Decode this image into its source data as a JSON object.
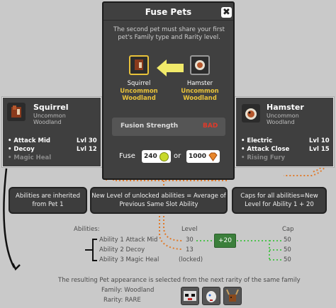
{
  "dialog": {
    "title": "Fuse Pets",
    "close": "✖",
    "description": "The second pet must share your first pet's Family type and Rarity level.",
    "pet1": {
      "name": "Squirrel",
      "rarity": "Uncommon",
      "family": "Woodland"
    },
    "pet2": {
      "name": "Hamster",
      "rarity": "Uncommon",
      "family": "Woodland"
    },
    "strength_label": "Fusion Strength",
    "strength_value": "BAD",
    "fuse_label": "Fuse",
    "or_label": "or",
    "cost_coins": "240",
    "cost_gems": "1000"
  },
  "left_card": {
    "name": "Squirrel",
    "rarity": "Uncommon",
    "family": "Woodland",
    "abilities": [
      {
        "name": "• Attack Mid",
        "level": "Lvl 30"
      },
      {
        "name": "• Decoy",
        "level": "Lvl 12"
      },
      {
        "name": "• Magic Heal",
        "level": ""
      }
    ]
  },
  "right_card": {
    "name": "Hamster",
    "rarity": "Uncommon",
    "family": "Woodland",
    "abilities": [
      {
        "name": "• Electric",
        "level": "Lvl 10"
      },
      {
        "name": "• Attack Close",
        "level": "Lvl 15"
      },
      {
        "name": "• Rising Fury",
        "level": ""
      }
    ]
  },
  "callouts": {
    "inherit": "Abilities are inherited from Pet 1",
    "new_level": "New Level of unlocked abilities = Average of Previous Same Slot Ability",
    "caps": "Caps for all abilities=New Level for Ability 1 + 20"
  },
  "result": {
    "abilities_header": "Abilities:",
    "level_header": "Level",
    "cap_header": "Cap",
    "rows": [
      {
        "name": "Ability 1 Attack Mid",
        "level": "30",
        "cap": "50"
      },
      {
        "name": "Ability 2 Decoy",
        "level": "13",
        "cap": "50"
      },
      {
        "name": "Ability 3 Magic Heal",
        "level": "(locked)",
        "cap": "50"
      }
    ],
    "plus": "+20",
    "appearance_note": "The resulting Pet appearance is selected from the next rarity of the same family",
    "family_line": "Family: Woodland",
    "rarity_line": "Rarity: RARE"
  },
  "colors": {
    "gold": "#e8c23a",
    "bad": "#e03a2a",
    "dotted_orange": "#e07a2a",
    "dotted_green": "#4fc24f"
  }
}
